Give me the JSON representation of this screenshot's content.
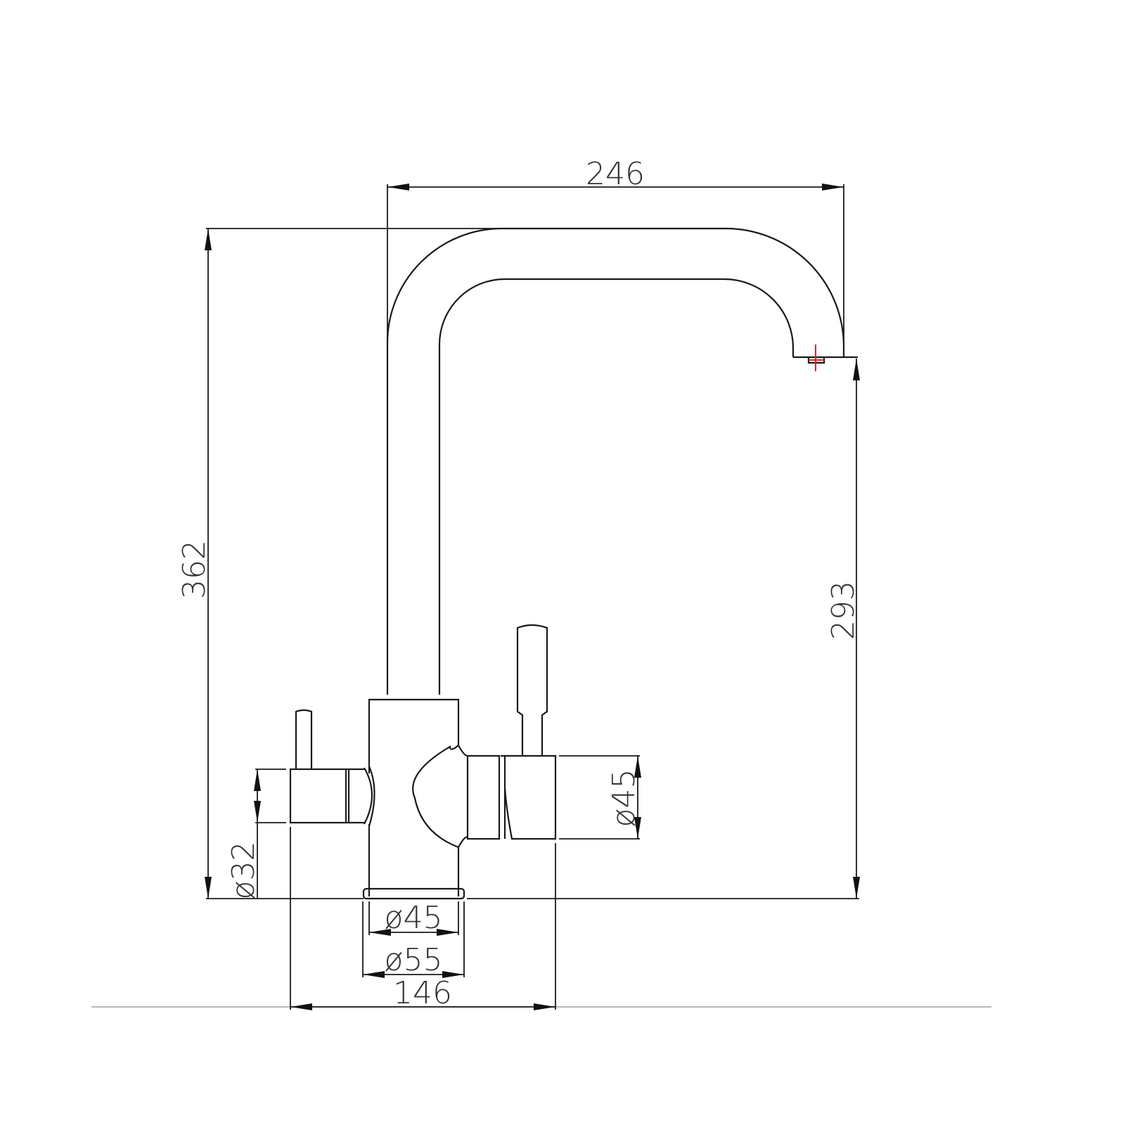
{
  "drawing": {
    "subject": "Kitchen mixer tap technical side view",
    "units": "mm",
    "accent_color": "#e02020",
    "dimensions": {
      "spout_reach": "246",
      "overall_height": "362",
      "spout_outlet_height": "293",
      "side_handle_diameter": "ø32",
      "front_body_diameter": "ø45",
      "base_diameter": "ø45",
      "base_flange_diameter": "ø55",
      "overall_width": "146"
    }
  }
}
